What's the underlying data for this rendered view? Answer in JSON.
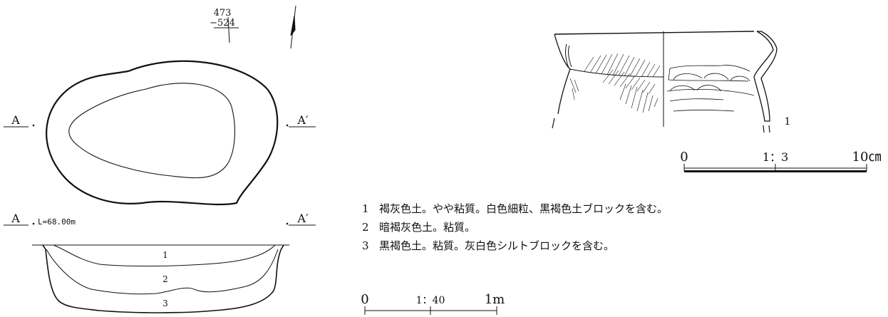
{
  "plan": {
    "grid_label_top": "473",
    "grid_label_bottom": "−524",
    "section_left_label": "A",
    "section_right_label": "A′"
  },
  "section": {
    "left_label": "A",
    "right_label": "A′",
    "elevation": "L=68.00m",
    "layers": [
      "1",
      "2",
      "3"
    ]
  },
  "pottery": {
    "item_number": "1",
    "scale_start": "0",
    "scale_ratio": "1：3",
    "scale_end": "10㎝"
  },
  "layer_legend": [
    {
      "num": "1",
      "text": "褐灰色土。やや粘質。白色細粒、黒褐色土ブロックを含む。"
    },
    {
      "num": "2",
      "text": "暗褐灰色土。粘質。"
    },
    {
      "num": "3",
      "text": "黒褐色土。粘質。灰白色シルトブロックを含む。"
    }
  ],
  "feature_scale": {
    "start": "0",
    "ratio": "1：40",
    "end": "1m"
  }
}
